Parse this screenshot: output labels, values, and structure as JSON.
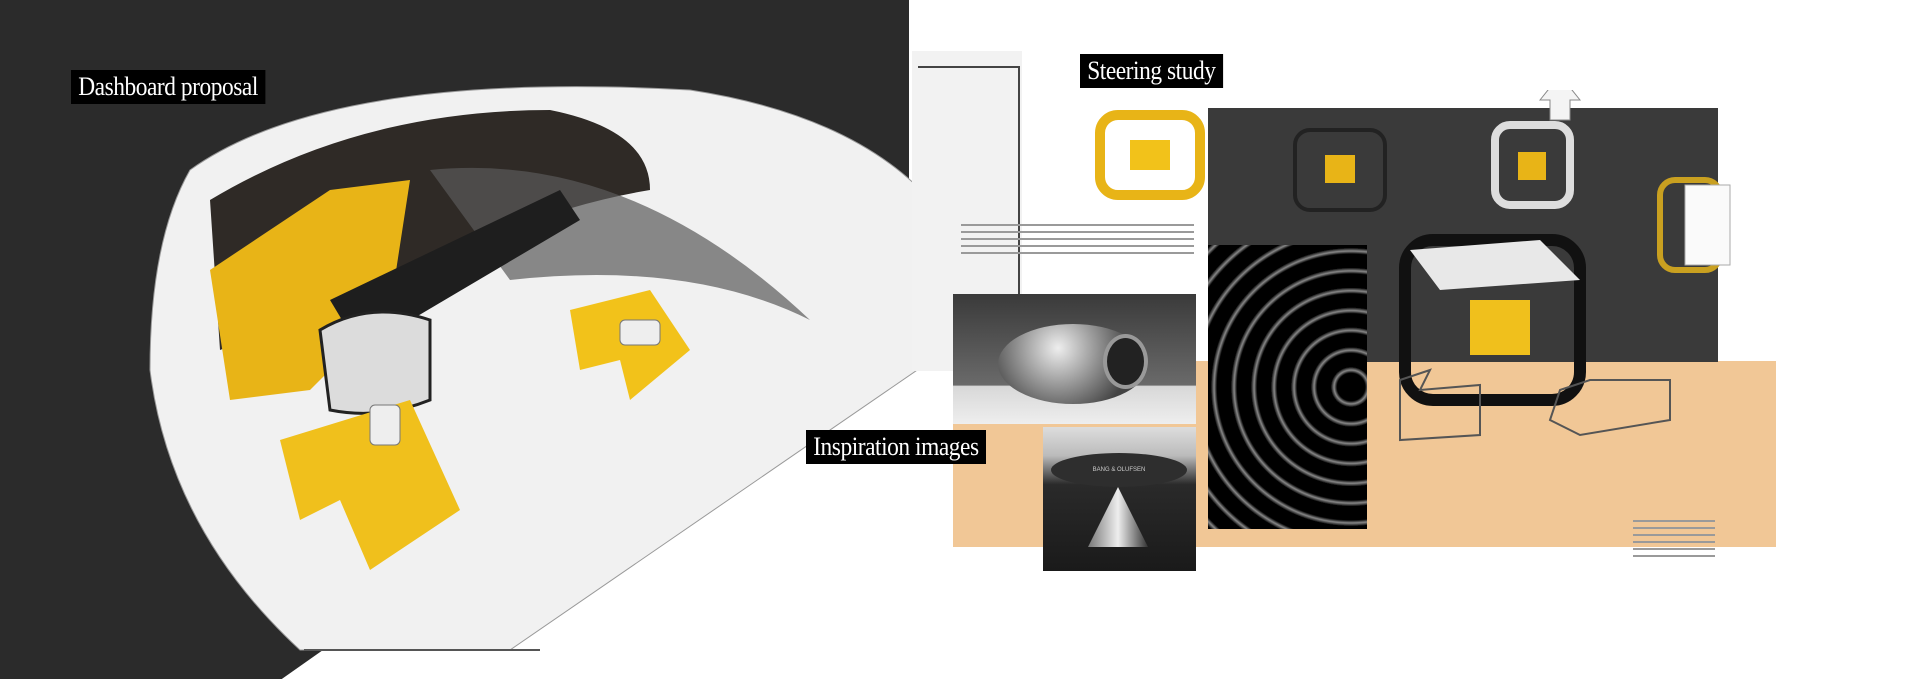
{
  "labels": {
    "dashboard": "Dashboard proposal",
    "steering": "Steering study",
    "inspiration": "Inspiration images"
  },
  "speaker_brand": "BANG & OLUFSEN",
  "colors": {
    "dark_panel": "#2b2b2b",
    "accent_yellow": "#f2c21a",
    "peach": "#f1c796",
    "steering_panel": "#3a3a3a"
  }
}
